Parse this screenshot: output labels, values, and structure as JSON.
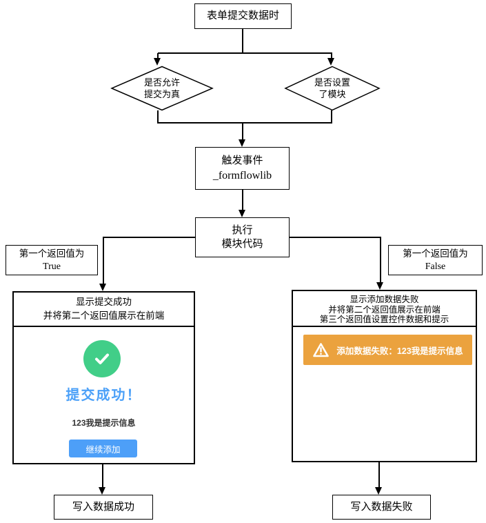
{
  "flowchart": {
    "start": "表单提交数据时",
    "decision_allow": {
      "line1": "是否允许",
      "line2": "提交为真"
    },
    "decision_module": {
      "line1": "是否设置",
      "line2": "了模块"
    },
    "trigger": {
      "line1": "触发事件",
      "line2": "_formflowlib"
    },
    "execute": {
      "line1": "执行",
      "line2": "模块代码"
    },
    "label_true": {
      "line1": "第一个返回值为",
      "line2": "True"
    },
    "label_false": {
      "line1": "第一个返回值为",
      "line2": "False"
    },
    "success_panel": {
      "header_line1": "显示提交成功",
      "header_line2": "并将第二个返回值展示在前端",
      "dialog": {
        "icon": "check-circle-icon",
        "title": "提交成功！",
        "message": "123我是提示信息",
        "button_label": "继续添加"
      }
    },
    "failure_panel": {
      "header_line1": "显示添加数据失败",
      "header_line2": "并将第二个返回值展示在前端",
      "header_line3": "第三个返回值设置控件数据和提示",
      "alert": {
        "icon": "warning-triangle-icon",
        "text": "添加数据失败：123我是提示信息"
      }
    },
    "end_success": "写入数据成功",
    "end_failure": "写入数据失败"
  },
  "colors": {
    "success_green": "#41ce88",
    "accent_blue": "#4ba0f8",
    "button_blue": "#4d9ff8",
    "alert_orange": "#eba23e",
    "line_black": "#000000"
  }
}
